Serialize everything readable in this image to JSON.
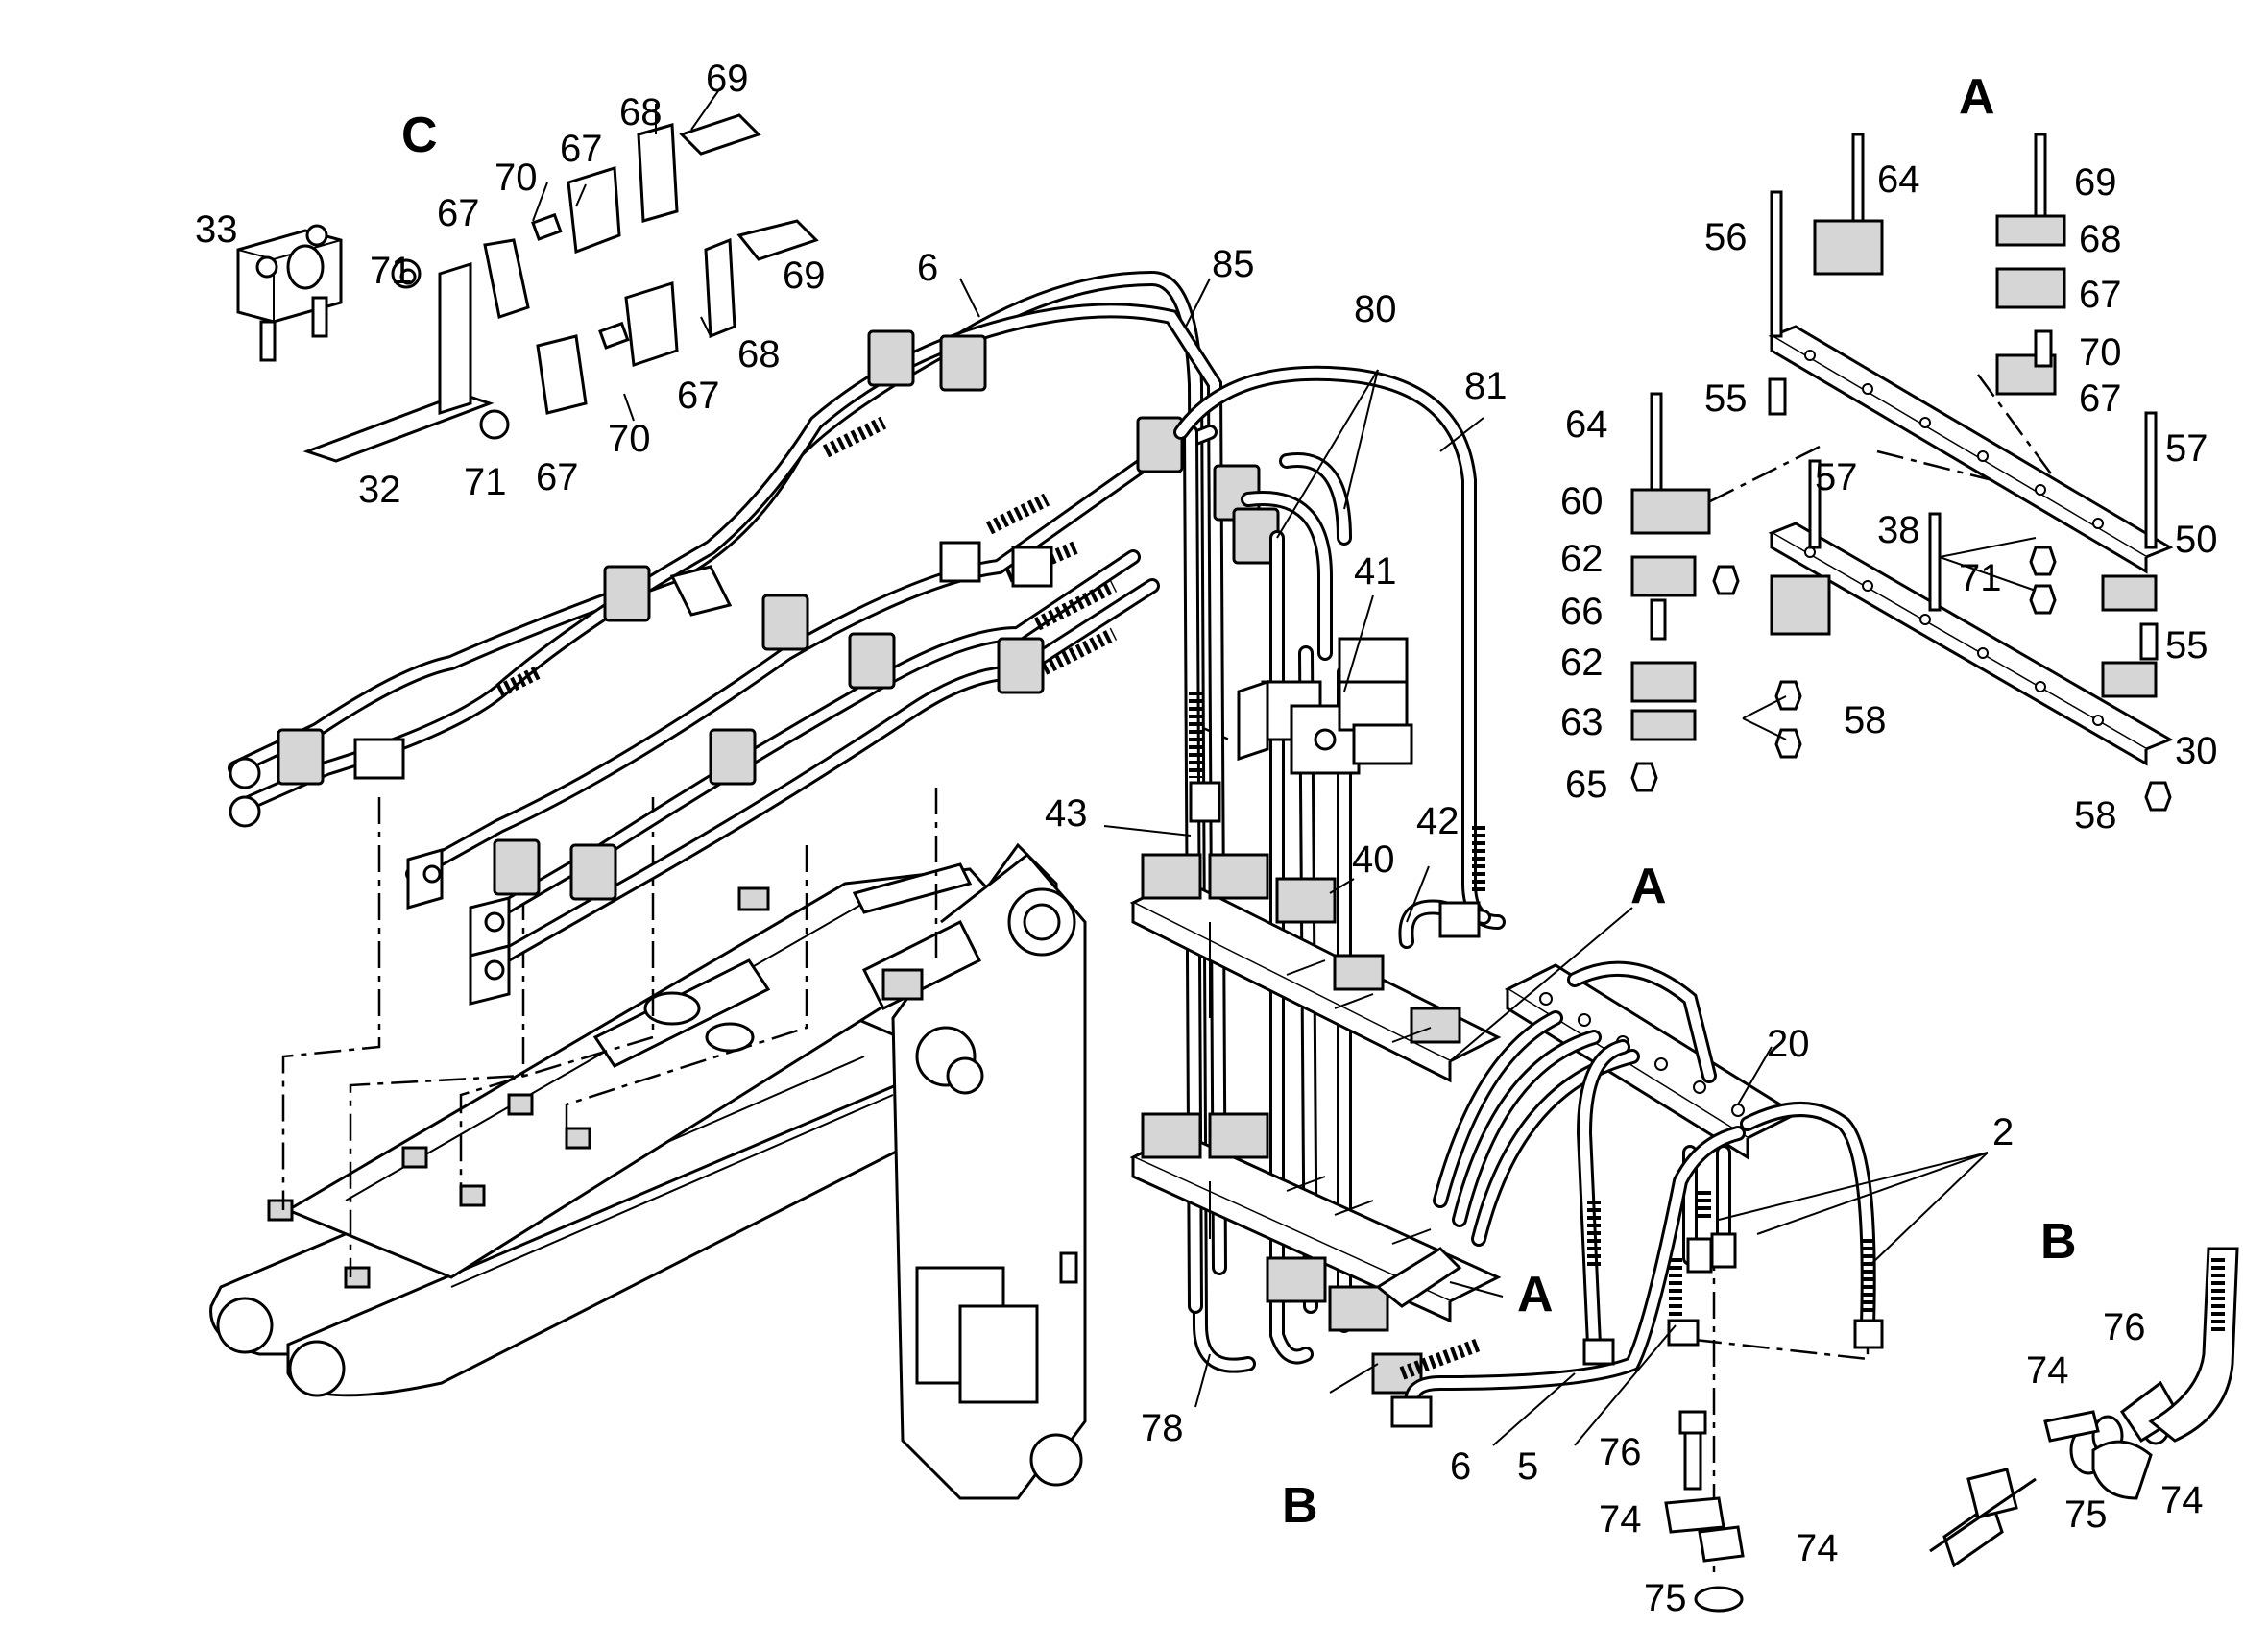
{
  "section_labels": {
    "c": "C",
    "a_top": "A",
    "a_mid": "A",
    "a_low": "A",
    "b_low": "B",
    "b_right": "B"
  },
  "callouts": {
    "c69a": "69",
    "c68a": "68",
    "c67a": "67",
    "c70a": "70",
    "c67b": "67",
    "c33": "33",
    "c71a": "71",
    "c69b": "69",
    "c68b": "68",
    "c67c": "67",
    "c70b": "70",
    "c67d": "67",
    "c71b": "71",
    "c32": "32",
    "c6a": "6",
    "c85": "85",
    "c80": "80",
    "c81": "81",
    "c41": "41",
    "c43": "43",
    "c40": "40",
    "c42": "42",
    "c20": "20",
    "c2": "2",
    "c78": "78",
    "c6b": "6",
    "c5": "5",
    "c76a": "76",
    "c74a": "74",
    "c74b": "74",
    "c75a": "75",
    "c76b": "76",
    "c74c": "74",
    "c75b": "75",
    "c74d": "74",
    "c64a": "64",
    "c69c": "69",
    "c56": "56",
    "c68c": "68",
    "c67e": "67",
    "c70c": "70",
    "c67f": "67",
    "c64b": "64",
    "c55a": "55",
    "c57a": "57",
    "c57b": "57",
    "c60": "60",
    "c38": "38",
    "c50": "50",
    "c62a": "62",
    "c71c": "71",
    "c66": "66",
    "c55b": "55",
    "c62b": "62",
    "c58a": "58",
    "c63": "63",
    "c30": "30",
    "c65": "65",
    "c58b": "58"
  }
}
